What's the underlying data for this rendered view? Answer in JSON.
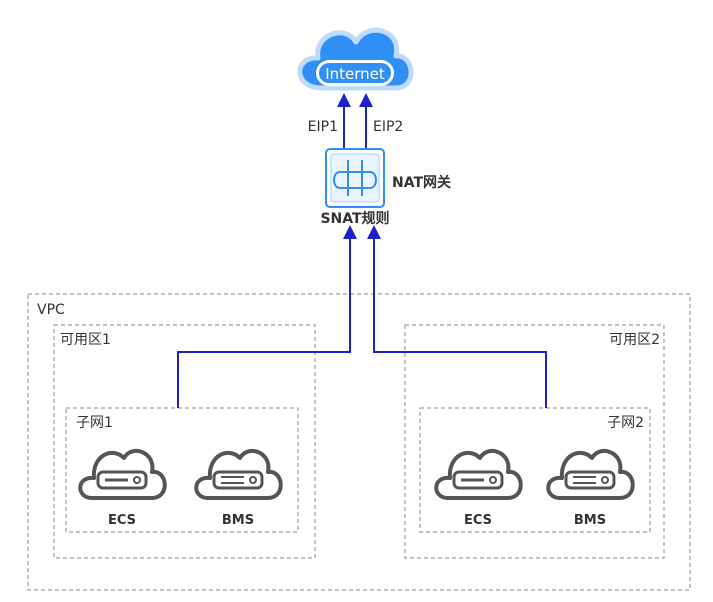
{
  "internet": {
    "label": "Internet"
  },
  "eips": [
    "EIP1",
    "EIP2"
  ],
  "nat_gateway": {
    "label": "NAT网关",
    "rule_label": "SNAT规则"
  },
  "vpc": {
    "label": "VPC",
    "zones": [
      {
        "label": "可用区1",
        "subnet": {
          "label": "子网1",
          "servers": [
            "ECS",
            "BMS"
          ]
        }
      },
      {
        "label": "可用区2",
        "subnet": {
          "label": "子网2",
          "servers": [
            "ECS",
            "BMS"
          ]
        }
      }
    ]
  },
  "colors": {
    "link": "#1e22c8",
    "cloud": "#2f8ff5",
    "frame": "#888888",
    "server": "#555555",
    "nat_border": "#2f8ff5"
  },
  "icons": {
    "internet": "cloud-icon",
    "nat": "nat-gateway-icon",
    "server": "cloud-server-icon"
  }
}
